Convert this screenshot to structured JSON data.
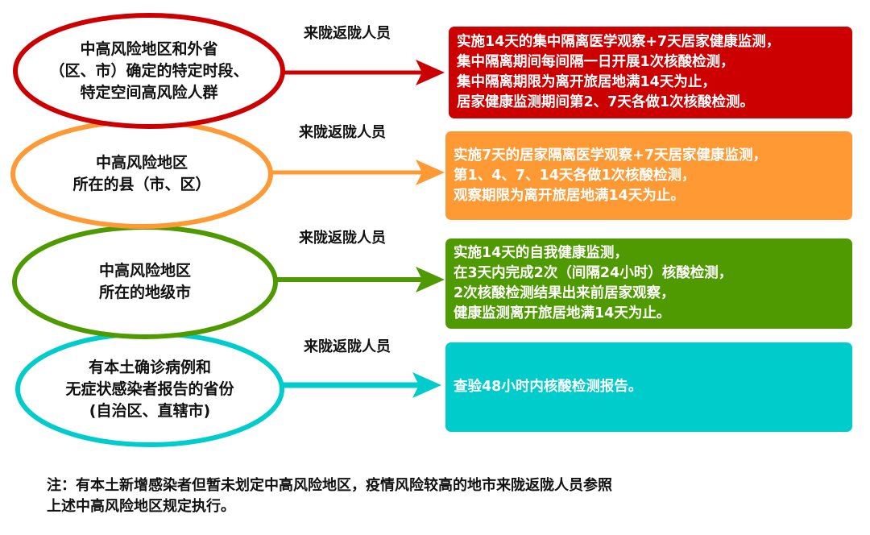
{
  "colors": {
    "red": "#CC0000",
    "orange": "#FF9933",
    "green": "#4E9A00",
    "cyan": "#00CCCC"
  },
  "rows": [
    {
      "category": "中高风险地区和外省\n（区、市）确定的特定时段、\n特定空间高风险人群",
      "flow_label": "来陇返陇人员",
      "measure": "实施14天的集中隔离医学观察+7天居家健康监测，\n集中隔离期间每间隔一日开展1次核酸检测，\n集中隔离期限为离开旅居地满14天为止，\n居家健康监测期间第2、7天各做1次核酸检测。",
      "color": "red"
    },
    {
      "category": "中高风险地区\n所在的县（市、区）",
      "flow_label": "来陇返陇人员",
      "measure": "实施7天的居家隔离医学观察+7天居家健康监测，\n第1、4、7、14天各做1次核酸检测，\n观察期限为离开旅居地满14天为止。",
      "color": "orange"
    },
    {
      "category": "中高风险地区\n所在的地级市",
      "flow_label": "来陇返陇人员",
      "measure": "实施14天的自我健康监测，\n在3天内完成2次（间隔24小时）核酸检测，\n2次核酸检测结果出来前居家观察，\n健康监测离开旅居地满14天为止。",
      "color": "green"
    },
    {
      "category": "有本土确诊病例和\n无症状感染者报告的省份\n(自治区、直辖市)",
      "flow_label": "来陇返陇人员",
      "measure": "查验48小时内核酸检测报告。",
      "color": "cyan"
    }
  ],
  "note": "注：有本土新增感染者但暂未划定中高风险地区，疫情风险较高的地市来陇返陇人员参照\n上述中高风险地区规定执行。"
}
